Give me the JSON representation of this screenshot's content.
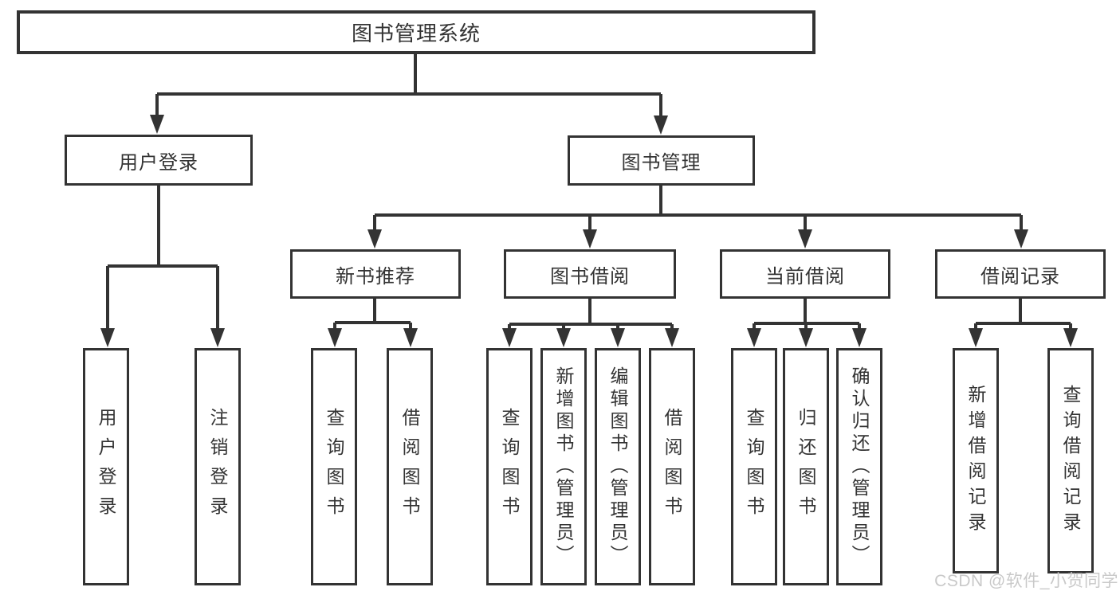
{
  "diagram": {
    "title": "图书管理系统",
    "level2": {
      "user_login": "用户登录",
      "book_mgmt": "图书管理"
    },
    "level3": {
      "new_books": "新书推荐",
      "book_borrow": "图书借阅",
      "current_borrow": "当前借阅",
      "borrow_records": "借阅记录"
    },
    "leaves": {
      "user_login": [
        "用户登录",
        "注销登录"
      ],
      "new_books": [
        "查询图书",
        "借阅图书"
      ],
      "book_borrow": [
        "查询图书",
        "新增图书（管理员）",
        "编辑图书（管理员）",
        "借阅图书"
      ],
      "current_borrow": [
        "查询图书",
        "归还图书",
        "确认归还（管理员）"
      ],
      "borrow_records": [
        "新增借阅记录",
        "查询借阅记录"
      ]
    },
    "colors": {
      "line": "#333333",
      "text": "#333333",
      "background": "#ffffff",
      "watermark": "#c9c9c9"
    }
  },
  "watermark": "CSDN @软件_小贺同学"
}
